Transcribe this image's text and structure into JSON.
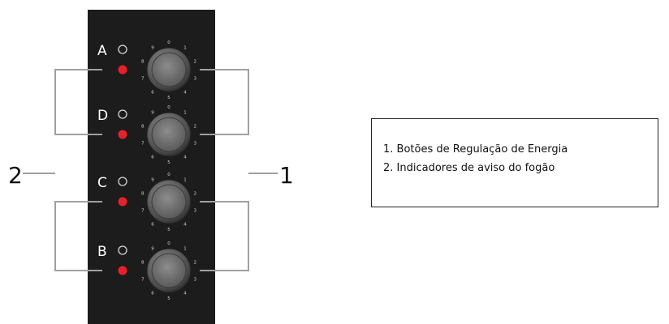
{
  "callouts": {
    "left": "2",
    "right": "1"
  },
  "burners": [
    {
      "letter": "A",
      "ring_lit": false,
      "warning_lit": true
    },
    {
      "letter": "D",
      "ring_lit": false,
      "warning_lit": true
    },
    {
      "letter": "C",
      "ring_lit": false,
      "warning_lit": true
    },
    {
      "letter": "B",
      "ring_lit": false,
      "warning_lit": true
    }
  ],
  "dial_scale": [
    "0",
    "1",
    "2",
    "3",
    "4",
    "5",
    "6",
    "7",
    "8",
    "9"
  ],
  "legend": {
    "items": [
      "1. Botões de Regulação de Energia",
      "2. Indicadores de aviso do fogão"
    ]
  },
  "colors": {
    "panel": "#1c1c1c",
    "warning_led": "#e8202a",
    "bracket": "#a0a0a0",
    "knob": "#6a6a6a"
  }
}
